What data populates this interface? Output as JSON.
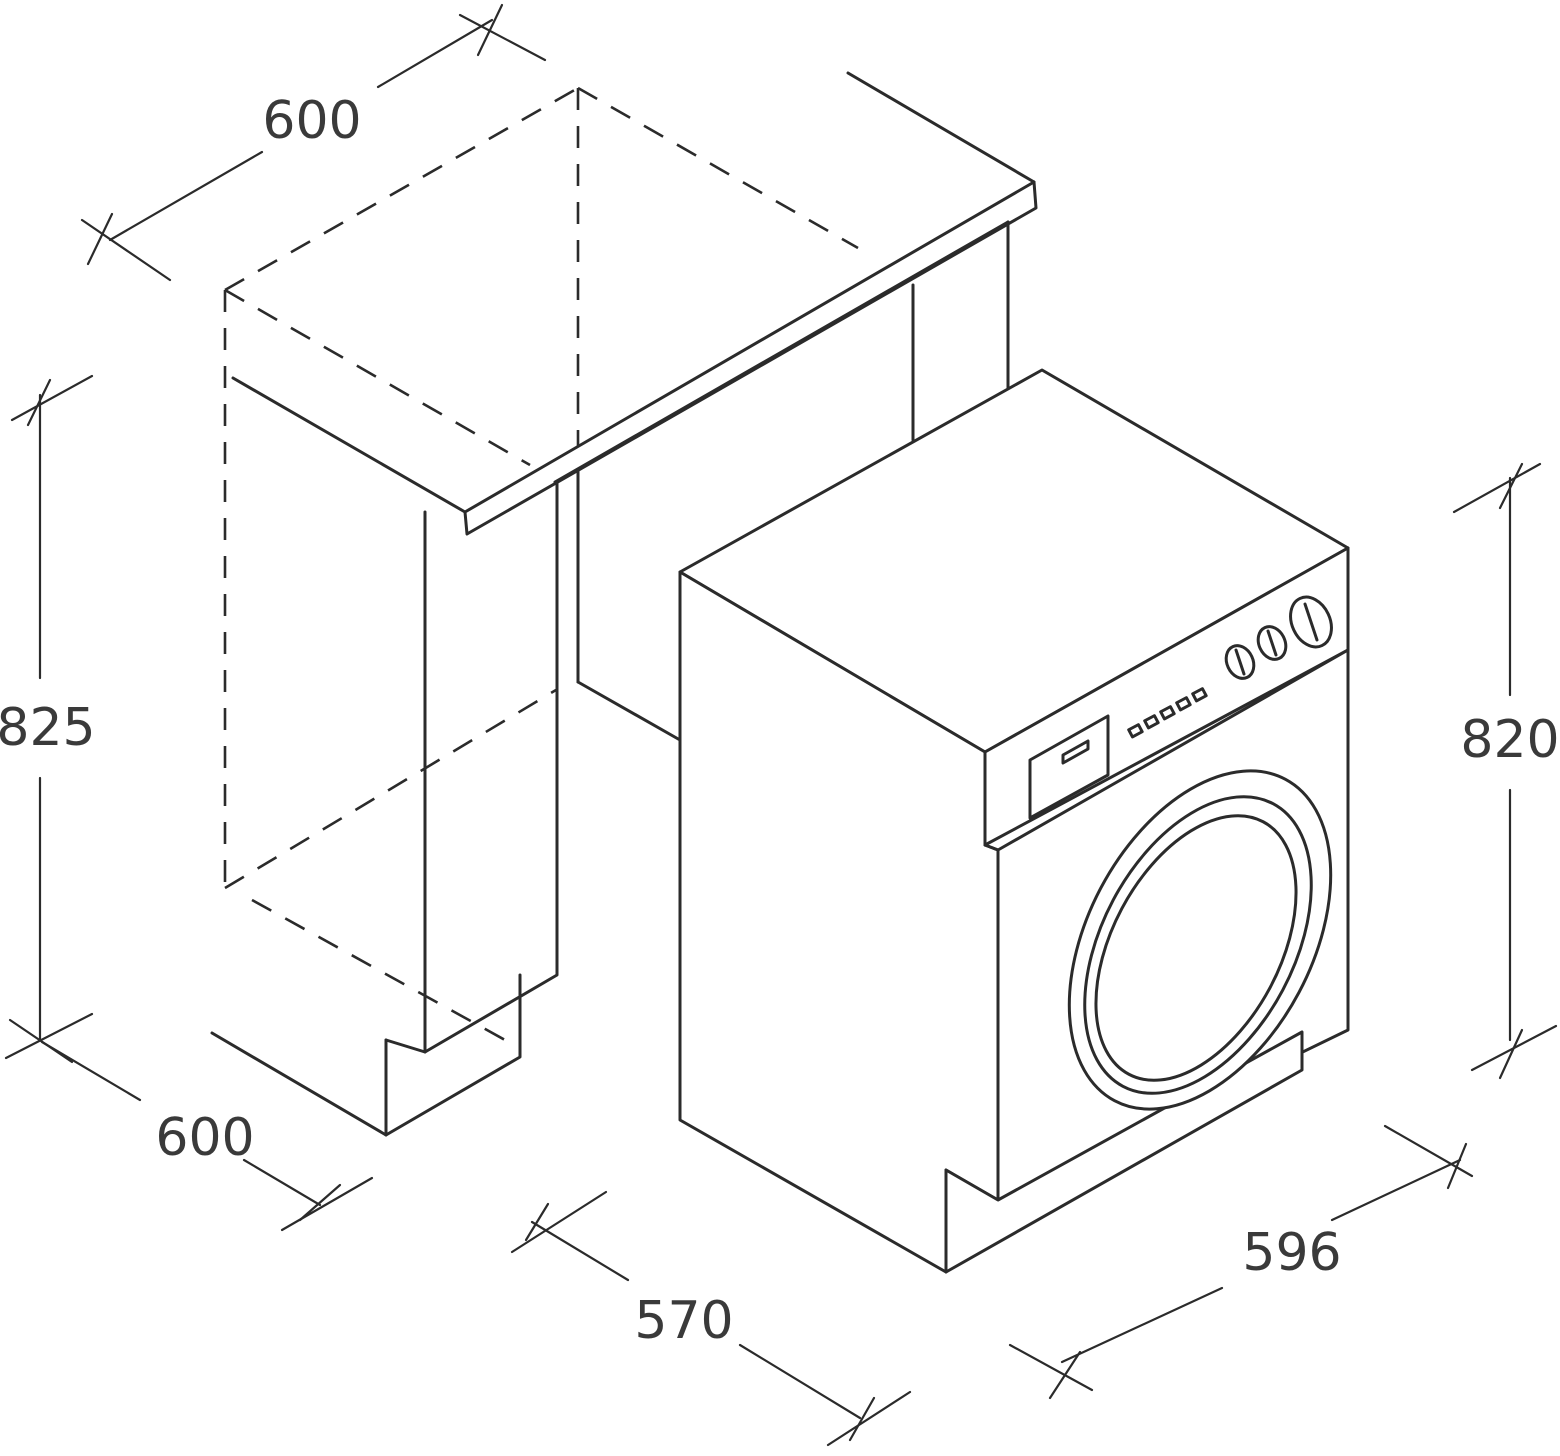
{
  "dimensions": {
    "cabinet_top_width": "600",
    "cabinet_height": "825",
    "cabinet_depth": "600",
    "machine_depth": "570",
    "machine_width": "596",
    "machine_height": "820"
  },
  "colors": {
    "line": "#2b2b2b",
    "label": "#3a3a3a",
    "background": "#ffffff"
  }
}
